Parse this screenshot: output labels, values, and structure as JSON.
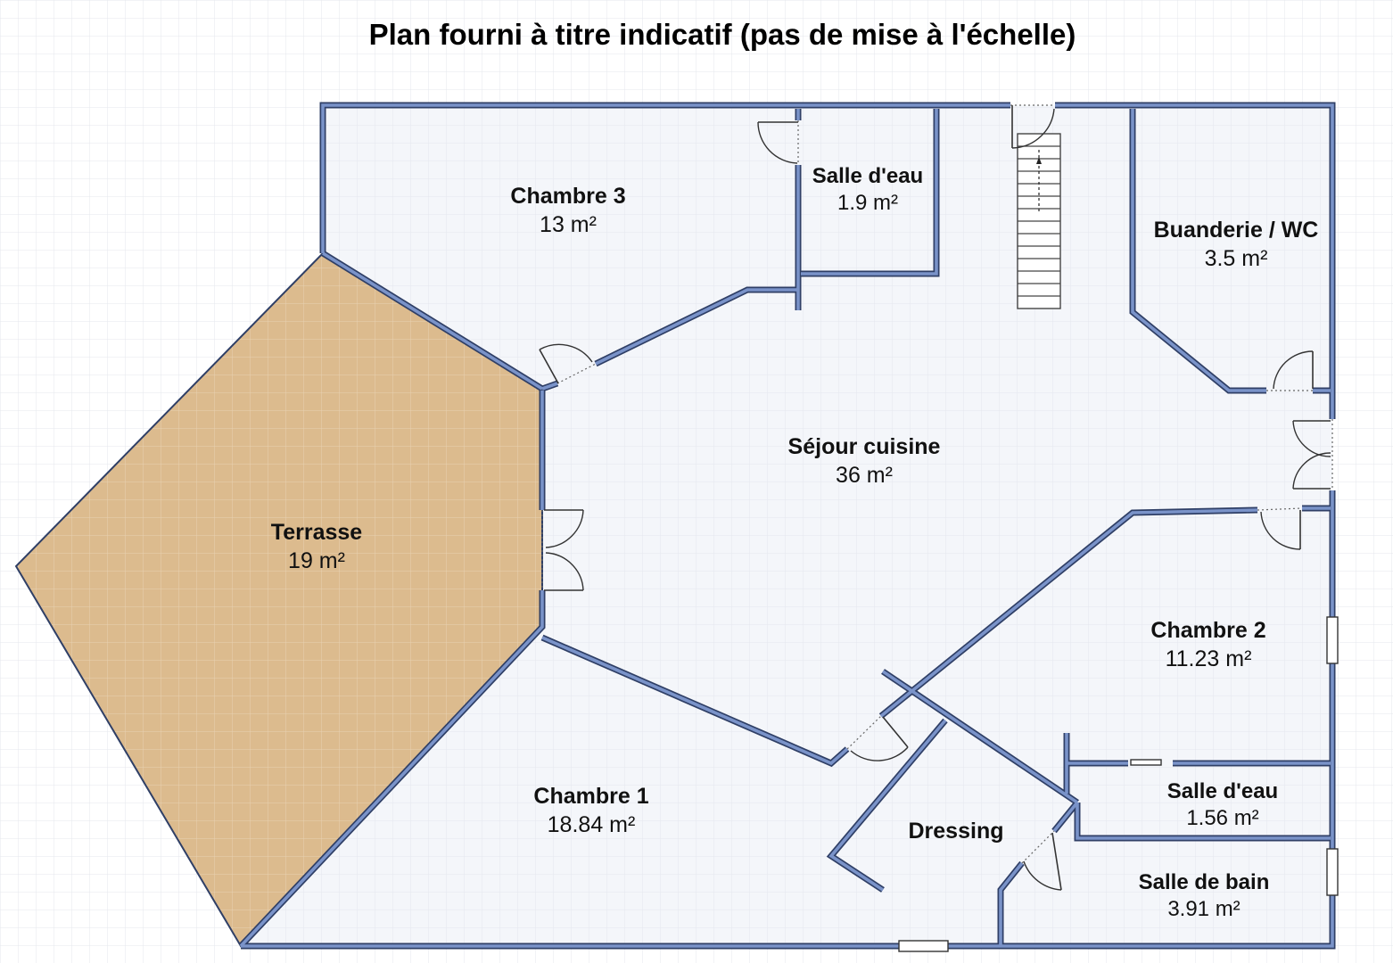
{
  "title": "Plan fourni à titre indicatif (pas de mise à l'échelle)",
  "colors": {
    "wall_outline": "#2f3f66",
    "wall_fill": "#7a93c9",
    "terrace": "#dcbb8e",
    "grid": "#dfe3ea",
    "background": "#ffffff"
  },
  "rooms": {
    "chambre3": {
      "name": "Chambre 3",
      "area": "13 m²"
    },
    "salle_eau_1": {
      "name": "Salle d'eau",
      "area": "1.9 m²"
    },
    "buanderie": {
      "name": "Buanderie / WC",
      "area": "3.5 m²"
    },
    "sejour": {
      "name": "Séjour cuisine",
      "area": "36 m²"
    },
    "terrasse": {
      "name": "Terrasse",
      "area": "19 m²"
    },
    "chambre2": {
      "name": "Chambre 2",
      "area": "11.23 m²"
    },
    "chambre1": {
      "name": "Chambre 1",
      "area": "18.84 m²"
    },
    "dressing": {
      "name": "Dressing"
    },
    "salle_eau_2": {
      "name": "Salle d'eau",
      "area": "1.56 m²"
    },
    "salle_bain": {
      "name": "Salle de bain",
      "area": "3.91 m²"
    }
  }
}
